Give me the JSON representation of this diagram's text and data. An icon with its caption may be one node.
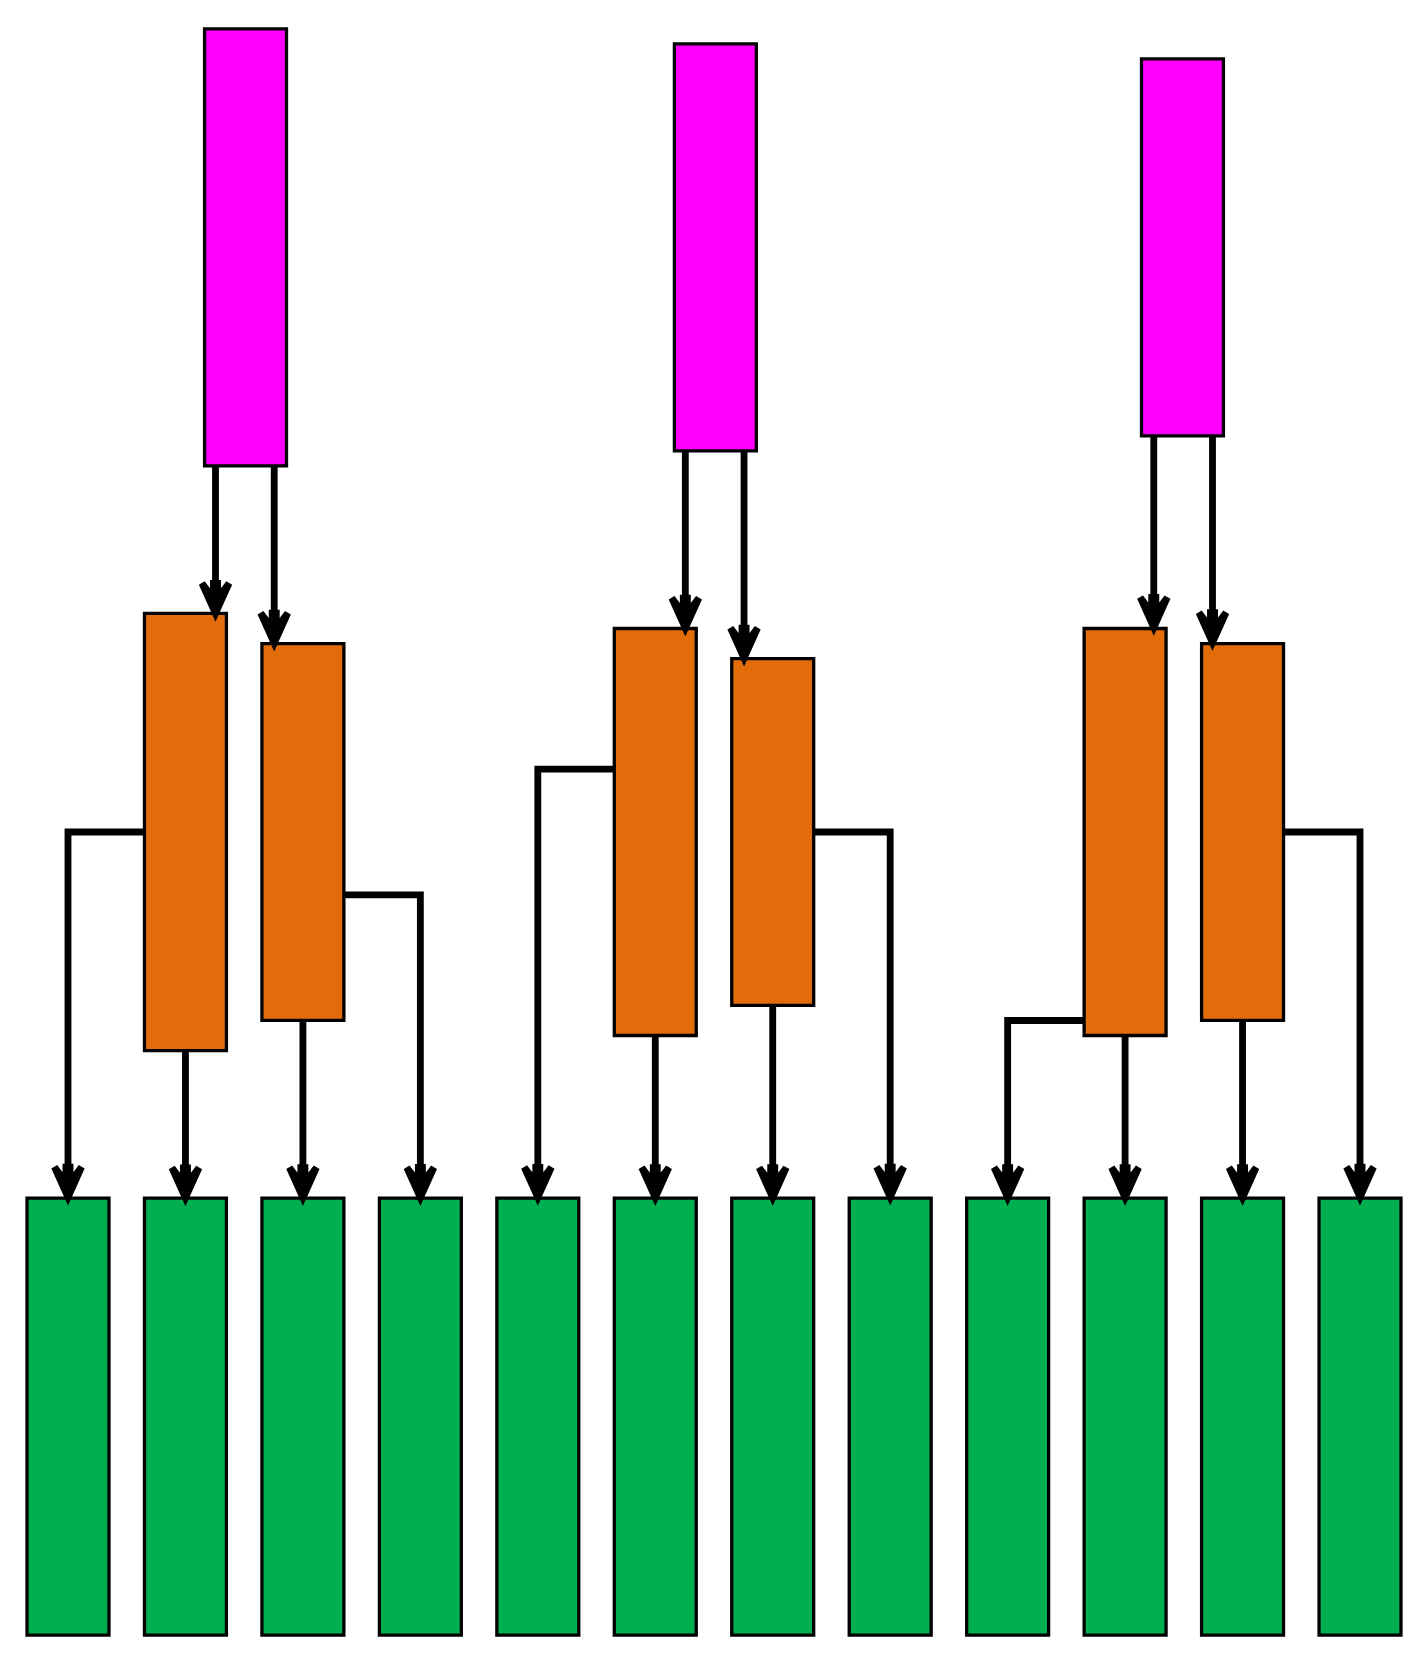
{
  "diagram": {
    "nodes": [
      {
        "text": [],
        "shape": "bar"
      },
      {
        "text": [],
        "shape": "bar"
      },
      {
        "text": [],
        "shape": "bar"
      },
      {
        "text": [],
        "shape": "bar"
      },
      {
        "text": [],
        "shape": "bar"
      },
      {
        "text": [],
        "shape": "bar"
      },
      {
        "text": [],
        "shape": "bar"
      },
      {
        "text": [],
        "shape": "bar"
      },
      {
        "text": [],
        "shape": "bar"
      },
      {
        "text": [],
        "shape": "bar"
      },
      {
        "text": [],
        "shape": "bar"
      },
      {
        "text": [],
        "shape": "bar"
      },
      {
        "text": [],
        "shape": "bar"
      },
      {
        "text": [],
        "shape": "bar"
      },
      {
        "text": [],
        "shape": "bar"
      },
      {
        "text": [],
        "shape": "bar"
      },
      {
        "text": [],
        "shape": "bar"
      },
      {
        "text": [],
        "shape": "bar"
      },
      {
        "text": [],
        "shape": "bar"
      },
      {
        "text": [],
        "shape": "bar"
      },
      {
        "text": [],
        "shape": "bar"
      }
    ],
    "edges": [
      {
        "from": 0,
        "to": 3,
        "arrow": "to"
      },
      {
        "from": 0,
        "to": 4,
        "arrow": "to"
      },
      {
        "from": 1,
        "to": 5,
        "arrow": "to"
      },
      {
        "from": 1,
        "to": 6,
        "arrow": "to"
      },
      {
        "from": 2,
        "to": 7,
        "arrow": "to"
      },
      {
        "from": 2,
        "to": 8,
        "arrow": "to"
      },
      {
        "from": 3,
        "to": 9,
        "arrow": "to"
      },
      {
        "from": 3,
        "to": 10,
        "arrow": "to"
      },
      {
        "from": 4,
        "to": 11,
        "arrow": "to"
      },
      {
        "from": 4,
        "to": 12,
        "arrow": "to"
      },
      {
        "from": 5,
        "to": 13,
        "arrow": "to"
      },
      {
        "from": 5,
        "to": 14,
        "arrow": "to"
      },
      {
        "from": 6,
        "to": 15,
        "arrow": "to"
      },
      {
        "from": 6,
        "to": 16,
        "arrow": "to"
      },
      {
        "from": 7,
        "to": 17,
        "arrow": "to"
      },
      {
        "from": 7,
        "to": 18,
        "arrow": "to"
      },
      {
        "from": 8,
        "to": 19,
        "arrow": "to"
      },
      {
        "from": 8,
        "to": 20,
        "arrow": "to"
      }
    ]
  }
}
